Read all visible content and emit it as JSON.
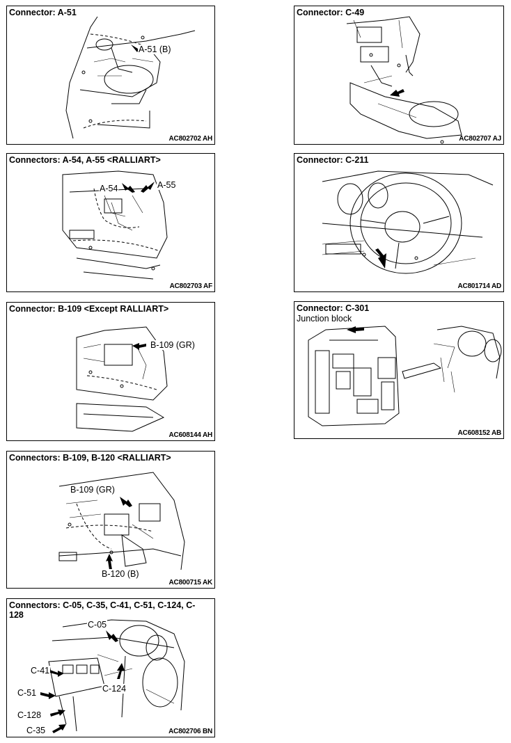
{
  "panels": [
    {
      "title": "Connector: A-51",
      "code": "AC802702 AH",
      "labels": [
        "A-51 (B)"
      ]
    },
    {
      "title": "Connector: C-49",
      "code": "AC802707 AJ",
      "labels": []
    },
    {
      "title": "Connectors: A-54, A-55 <RALLIART>",
      "code": "AC802703 AF",
      "labels": [
        "A-54",
        "A-55"
      ]
    },
    {
      "title": "Connector: C-211",
      "code": "AC801714 AD",
      "labels": []
    },
    {
      "title": "Connector: B-109 <Except RALLIART>",
      "code": "AC608144 AH",
      "labels": [
        "B-109 (GR)"
      ]
    },
    {
      "title": "Connector: C-301",
      "subtitle": "Junction block",
      "code": "AC608152 AB",
      "labels": []
    },
    {
      "title": "Connectors: B-109, B-120 <RALLIART>",
      "code": "AC800715 AK",
      "labels": [
        "B-109 (GR)",
        "B-120 (B)"
      ]
    },
    {
      "title": "Connectors: C-05, C-35, C-41, C-51, C-124, C-128",
      "code": "AC802706 BN",
      "labels": [
        "C-05",
        "C-41",
        "C-124",
        "C-51",
        "C-128",
        "C-35"
      ]
    }
  ]
}
